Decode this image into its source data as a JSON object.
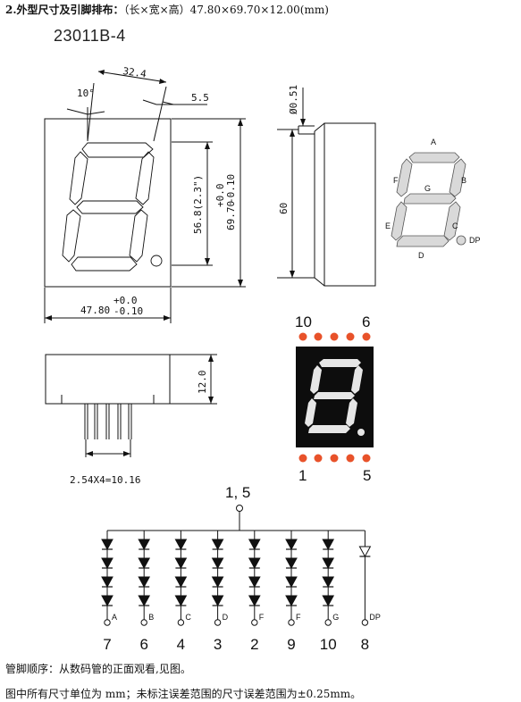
{
  "heading": {
    "bold": "2.外型尺寸及引脚排布：",
    "rest": "（长×宽×高）47.80×69.70×12.00(mm)"
  },
  "model": "23011B-4",
  "dimensions": {
    "angle": "10°",
    "top_width": "32.4",
    "offset": "5.5",
    "digit_height": "56.8(2.3\")",
    "body_height_tol": "+0.0",
    "body_height": "69.70",
    "body_height_tol_minus": "-0.10",
    "width_tol_plus": "+0.0",
    "width": "47.80",
    "width_tol_minus": "-0.10",
    "pin_dia": "Ø0.51",
    "side_height": "60",
    "thickness": "12.0",
    "pin_pitch": "2.54X4=10.16"
  },
  "segments": {
    "A": "A",
    "B": "B",
    "C": "C",
    "D": "D",
    "E": "E",
    "F": "F",
    "G": "G",
    "DP": "DP"
  },
  "pinout": {
    "top_left": "10",
    "top_right": "6",
    "bottom_left": "1",
    "bottom_right": "5"
  },
  "circuit": {
    "common_pin": "1, 5",
    "diodes": [
      {
        "seg": "A",
        "pin": "7"
      },
      {
        "seg": "B",
        "pin": "6"
      },
      {
        "seg": "C",
        "pin": "4"
      },
      {
        "seg": "D",
        "pin": "3"
      },
      {
        "seg": "F",
        "pin": "2"
      },
      {
        "seg": "F",
        "pin": "9"
      },
      {
        "seg": "G",
        "pin": "10"
      },
      {
        "seg": "DP",
        "pin": "8"
      }
    ]
  },
  "notes": {
    "pin_order": "管脚顺序：从数码管的正面观看,见图。",
    "tolerance": "图中所有尺寸单位为 mm；未标注误差范围的尺寸误差范围为±0.25mm。"
  },
  "colors": {
    "pad": "#e8522a",
    "display_bg": "#0d0d0d",
    "segment_fill": "#e6e6e6"
  }
}
